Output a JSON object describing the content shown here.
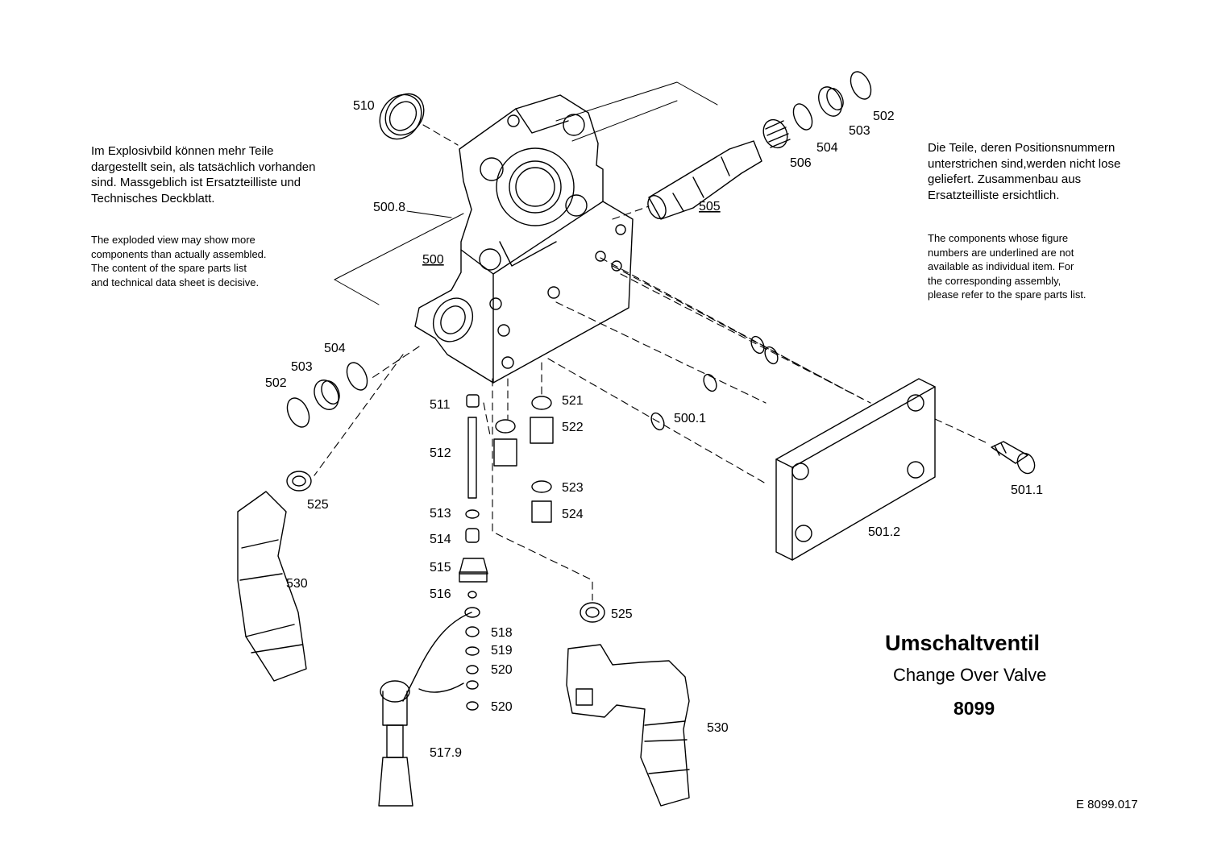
{
  "notes": {
    "de_left": "Im Explosivbild können mehr Teile\ndargestellt sein, als tatsächlich vorhanden\nsind. Massgeblich ist Ersatzteilliste und\nTechnisches Deckblatt.",
    "en_left": "The exploded view may show more\ncomponents than actually assembled.\nThe content of the spare parts list\nand technical data sheet is decisive.",
    "de_right": "Die  Teile, deren Positionsnummern\nunterstrichen sind,werden nicht lose\ngeliefert. Zusammenbau aus\nErsatzteilliste ersichtlich.",
    "en_right": "The components whose figure\nnumbers are underlined are not\navailable as individual item. For\nthe corresponding assembly,\nplease refer to the spare parts list."
  },
  "title": {
    "german": "Umschaltventil",
    "english": "Change Over Valve",
    "number": "8099"
  },
  "doc_ref": "E  8099.017",
  "callouts": [
    {
      "id": "c510",
      "label": "510",
      "underlined": false
    },
    {
      "id": "c5008",
      "label": "500.8",
      "underlined": false
    },
    {
      "id": "c500",
      "label": "500",
      "underlined": true
    },
    {
      "id": "c502a",
      "label": "502",
      "underlined": false
    },
    {
      "id": "c503a",
      "label": "503",
      "underlined": false
    },
    {
      "id": "c504a",
      "label": "504",
      "underlined": false
    },
    {
      "id": "c506",
      "label": "506",
      "underlined": false
    },
    {
      "id": "c505",
      "label": "505",
      "underlined": true
    },
    {
      "id": "c504b",
      "label": "504",
      "underlined": false
    },
    {
      "id": "c503b",
      "label": "503",
      "underlined": false
    },
    {
      "id": "c502b",
      "label": "502",
      "underlined": false
    },
    {
      "id": "c511",
      "label": "511",
      "underlined": false
    },
    {
      "id": "c512",
      "label": "512",
      "underlined": false
    },
    {
      "id": "c513",
      "label": "513",
      "underlined": false
    },
    {
      "id": "c514",
      "label": "514",
      "underlined": false
    },
    {
      "id": "c515",
      "label": "515",
      "underlined": false
    },
    {
      "id": "c516",
      "label": "516",
      "underlined": false
    },
    {
      "id": "c518",
      "label": "518",
      "underlined": false
    },
    {
      "id": "c519",
      "label": "519",
      "underlined": false
    },
    {
      "id": "c520a",
      "label": "520",
      "underlined": false
    },
    {
      "id": "c520b",
      "label": "520",
      "underlined": false
    },
    {
      "id": "c5179",
      "label": "517.9",
      "underlined": false
    },
    {
      "id": "c521",
      "label": "521",
      "underlined": false
    },
    {
      "id": "c522",
      "label": "522",
      "underlined": false
    },
    {
      "id": "c523",
      "label": "523",
      "underlined": false
    },
    {
      "id": "c524",
      "label": "524",
      "underlined": false
    },
    {
      "id": "c525a",
      "label": "525",
      "underlined": false
    },
    {
      "id": "c525b",
      "label": "525",
      "underlined": false
    },
    {
      "id": "c530a",
      "label": "530",
      "underlined": false
    },
    {
      "id": "c530b",
      "label": "530",
      "underlined": false
    },
    {
      "id": "c5001",
      "label": "500.1",
      "underlined": false
    },
    {
      "id": "c5011",
      "label": "501.1",
      "underlined": false
    },
    {
      "id": "c5012",
      "label": "501.2",
      "underlined": false
    }
  ]
}
